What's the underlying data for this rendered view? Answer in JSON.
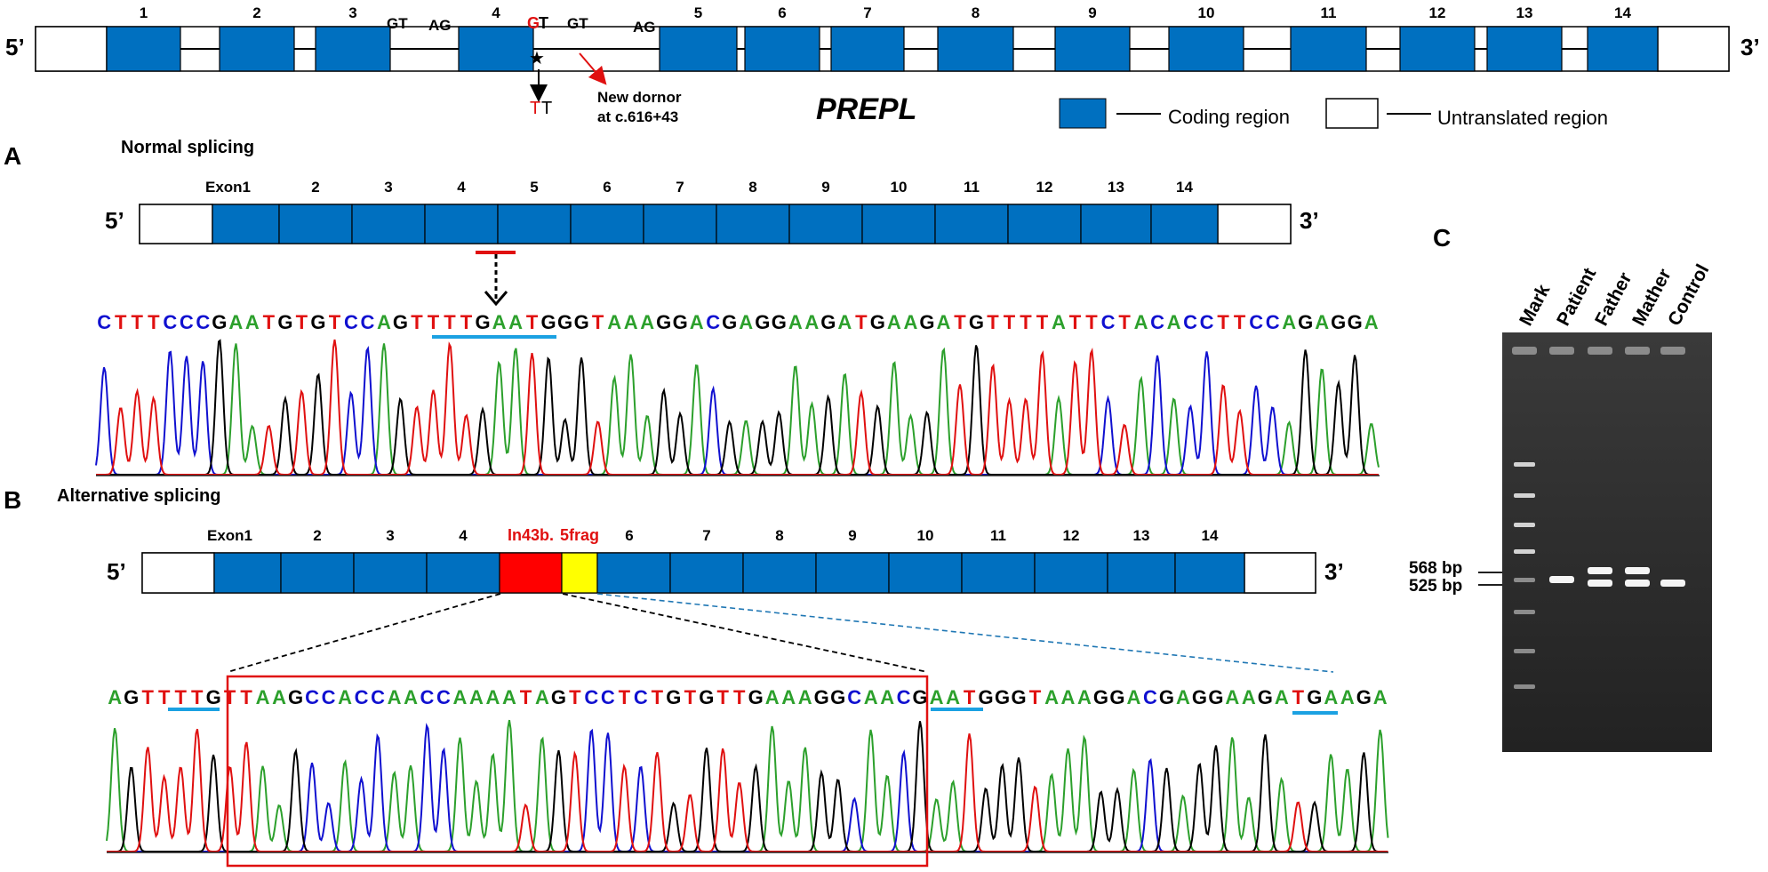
{
  "colors": {
    "coding": "#0070C0",
    "utr": "#FFFFFF",
    "red_mark": "#E01010",
    "insert": "#FF0000",
    "frag": "#FFFF00",
    "underline": "#1BA1E2",
    "base_A": "#2ca02c",
    "base_T": "#e01010",
    "base_C": "#1010d0",
    "base_G": "#000000",
    "dashed_blue": "#1F77B4",
    "gel_bg": "#2a2a2a"
  },
  "gene": {
    "five": "5’",
    "three": "3’",
    "exon_labels": [
      "1",
      "2",
      "3",
      "4",
      "5",
      "6",
      "7",
      "8",
      "9",
      "10",
      "11",
      "12",
      "13",
      "14"
    ],
    "gt_left": "GT",
    "ag_left": "AG",
    "gt_red_g": "G",
    "gt_red_t": "T",
    "gt_right": "GT",
    "ag_right": "AG",
    "star": "★",
    "mut_red": "T",
    "mut_black": "T",
    "new_donor_line1": "New dornor",
    "new_donor_line2": "at c.616+43",
    "name": "PREPL",
    "legend_coding": "Coding region",
    "legend_utr": "Untranslated region"
  },
  "panel_a": {
    "letter": "A",
    "title": "Normal splicing",
    "five": "5’",
    "three": "3’",
    "exon_labels": [
      "Exon1",
      "2",
      "3",
      "4",
      "5",
      "6",
      "7",
      "8",
      "9",
      "10",
      "11",
      "12",
      "13",
      "14"
    ],
    "sequence": "CTTTCCCGAATGTGTCCAGTTTTGAATGGGTAAAGGACGAGGAAGATGAAGATGTTTTATTCTACACCTTCCAGAGGA"
  },
  "panel_b": {
    "letter": "B",
    "title": "Alternative splicing",
    "five": "5’",
    "three": "3’",
    "exon_labels": [
      "Exon1",
      "2",
      "3",
      "4",
      "In43b.",
      "5frag",
      "6",
      "7",
      "8",
      "9",
      "10",
      "11",
      "12",
      "13",
      "14"
    ],
    "sequence": "AGTTTTGTTAAGCCACCAACCAAAATAGTCCTCTGTGTTGAAAGGCAACGAATGGGTAAAGGACGAGGAAGATGAAGA"
  },
  "panel_c": {
    "letter": "C",
    "lanes": [
      "Mark",
      "Patient",
      "Father",
      "Mather",
      "Control"
    ],
    "band_high": "568 bp",
    "band_low": "525 bp"
  }
}
